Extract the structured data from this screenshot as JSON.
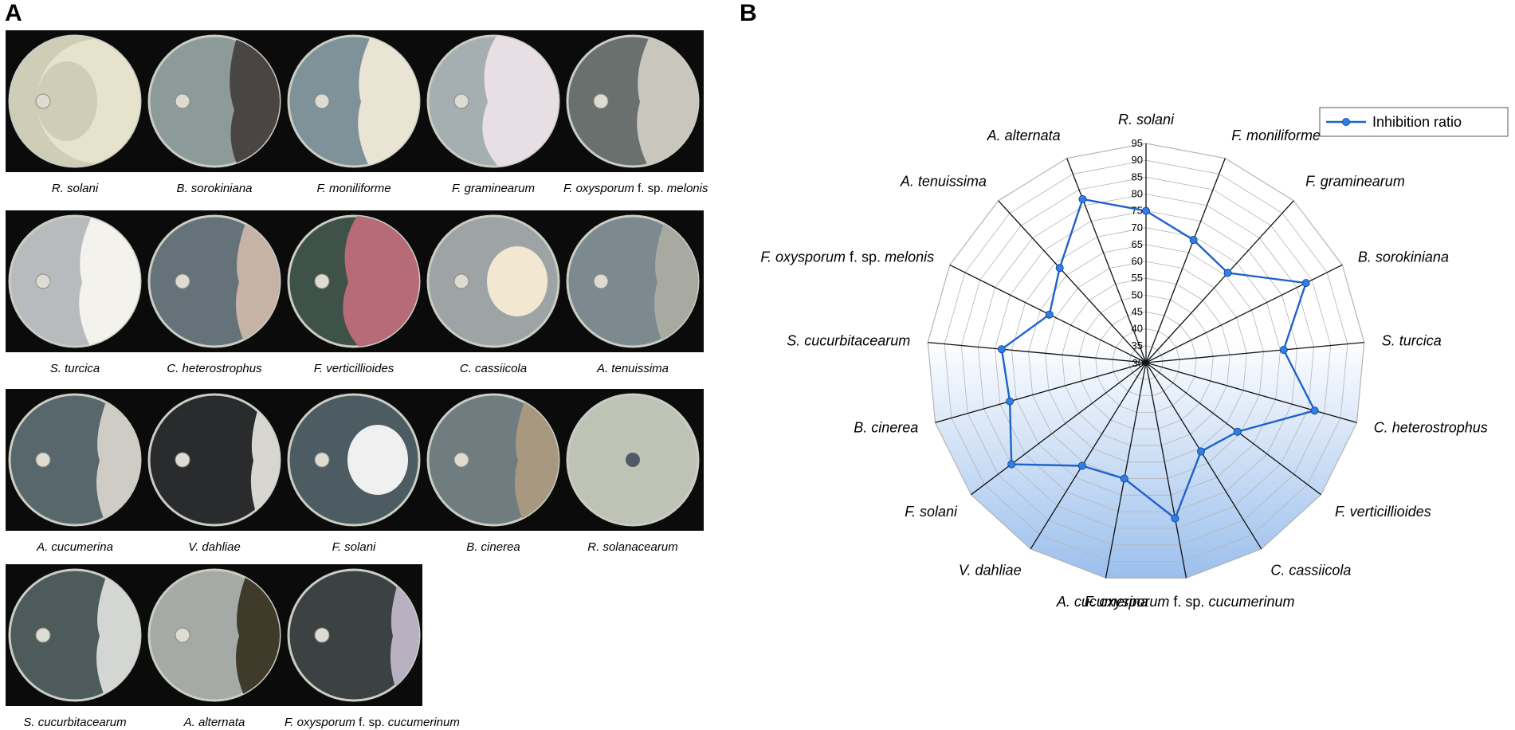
{
  "panels": {
    "a": "A",
    "b": "B"
  },
  "plates": [
    {
      "caption": "R. solani",
      "colors": {
        "bg": "#cfcdb5",
        "colony": "#e8e4cd"
      },
      "pattern": "halo"
    },
    {
      "caption": "B. sorokiniana",
      "colors": {
        "bg": "#8d9a9a",
        "colony": "#4a4543"
      },
      "pattern": "dark-right"
    },
    {
      "caption": "F. moniliforme",
      "colors": {
        "bg": "#7f9199",
        "colony": "#e9e4d4"
      },
      "pattern": "right"
    },
    {
      "caption": "F. graminearum",
      "colors": {
        "bg": "#a5aeb0",
        "colony": "#e7dfe3"
      },
      "pattern": "wide-right"
    },
    {
      "caption_parts": [
        "F. oxysporum",
        " f. sp. ",
        "melonis"
      ],
      "colors": {
        "bg": "#69706d",
        "colony": "#c9c6bd"
      },
      "pattern": "right"
    },
    {
      "caption": "S. turcica",
      "colors": {
        "bg": "#b7bbbd",
        "colony": "#f3f2ec"
      },
      "pattern": "right"
    },
    {
      "caption": "C. heterostrophus",
      "colors": {
        "bg": "#66727a",
        "colony": "#c7b3a5"
      },
      "pattern": "narrow-right"
    },
    {
      "caption": "F. verticillioides",
      "colors": {
        "bg": "#3f524a",
        "colony": "#b66b77"
      },
      "pattern": "wide-right"
    },
    {
      "caption": "C. cassiicola",
      "colors": {
        "bg": "#9ea3a5",
        "colony": "#f2e7d0"
      },
      "pattern": "blob"
    },
    {
      "caption": "A. tenuissima",
      "colors": {
        "bg": "#7c8a8f",
        "colony": "#a8aaa2"
      },
      "pattern": "narrow-right"
    },
    {
      "caption": "A. cucumerina",
      "colors": {
        "bg": "#58676b",
        "colony": "#cfcbc5"
      },
      "pattern": "narrow-right"
    },
    {
      "caption": "V. dahliae",
      "colors": {
        "bg": "#2a2b2d",
        "colony": "#d8d6d1"
      },
      "pattern": "edge-right"
    },
    {
      "caption": "F. solani",
      "colors": {
        "bg": "#4d5b62",
        "colony": "#eff0ef"
      },
      "pattern": "blob"
    },
    {
      "caption": "B. cinerea",
      "colors": {
        "bg": "#6f7c80",
        "colony": "#a89880"
      },
      "pattern": "narrow-right"
    },
    {
      "caption": "R. solanacearum",
      "colors": {
        "bg": "#bfc3b6",
        "colony": "#4f5a66"
      },
      "pattern": "center"
    },
    {
      "caption": "S. cucurbitacearum",
      "colors": {
        "bg": "#4d5b5c",
        "colony": "#d4d6d4"
      },
      "pattern": "narrow-right"
    },
    {
      "caption": "A. alternata",
      "colors": {
        "bg": "#a5aaa7",
        "colony": "#3f3a2a"
      },
      "pattern": "narrow-right"
    },
    {
      "caption_parts": [
        "F. oxysporum",
        " f. sp. ",
        "cucumerinum"
      ],
      "colors": {
        "bg": "#3c4244",
        "colony": "#b9b0c2"
      },
      "pattern": "edge-right"
    }
  ],
  "chart_data": {
    "type": "radar",
    "legend": {
      "label": "Inhibition ratio",
      "position": "top-right"
    },
    "rlim": [
      30,
      95
    ],
    "ticks": [
      35,
      40,
      45,
      50,
      55,
      60,
      65,
      70,
      75,
      80,
      85,
      90,
      95
    ],
    "center_tick": "30",
    "categories": [
      "R. solani",
      "F. moniliforme",
      "F. graminearum",
      "B. sorokiniana",
      "S. turcica",
      "C. heterostrophus",
      "F. verticillioides",
      "C. cassiicola",
      "F. oxysporum f. sp. cucumerinum",
      "A. cucumerina",
      "V. dahliae",
      "F. solani",
      "B. cinerea",
      "S. cucurbitacearum",
      "F. oxysporum f. sp. melonis",
      "A. tenuissima",
      "A. alternata"
    ],
    "series": [
      {
        "name": "Inhibition ratio",
        "values": [
          75,
          69,
          66,
          83,
          71,
          82,
          64,
          61,
          77,
          65,
          66,
          80,
          72,
          73,
          62,
          68,
          82
        ]
      }
    ],
    "colors": {
      "line": "#1f62c9",
      "marker": "#2f7ee6",
      "fill_top": "#ffffff",
      "fill_bottom": "#9bbfed"
    }
  }
}
